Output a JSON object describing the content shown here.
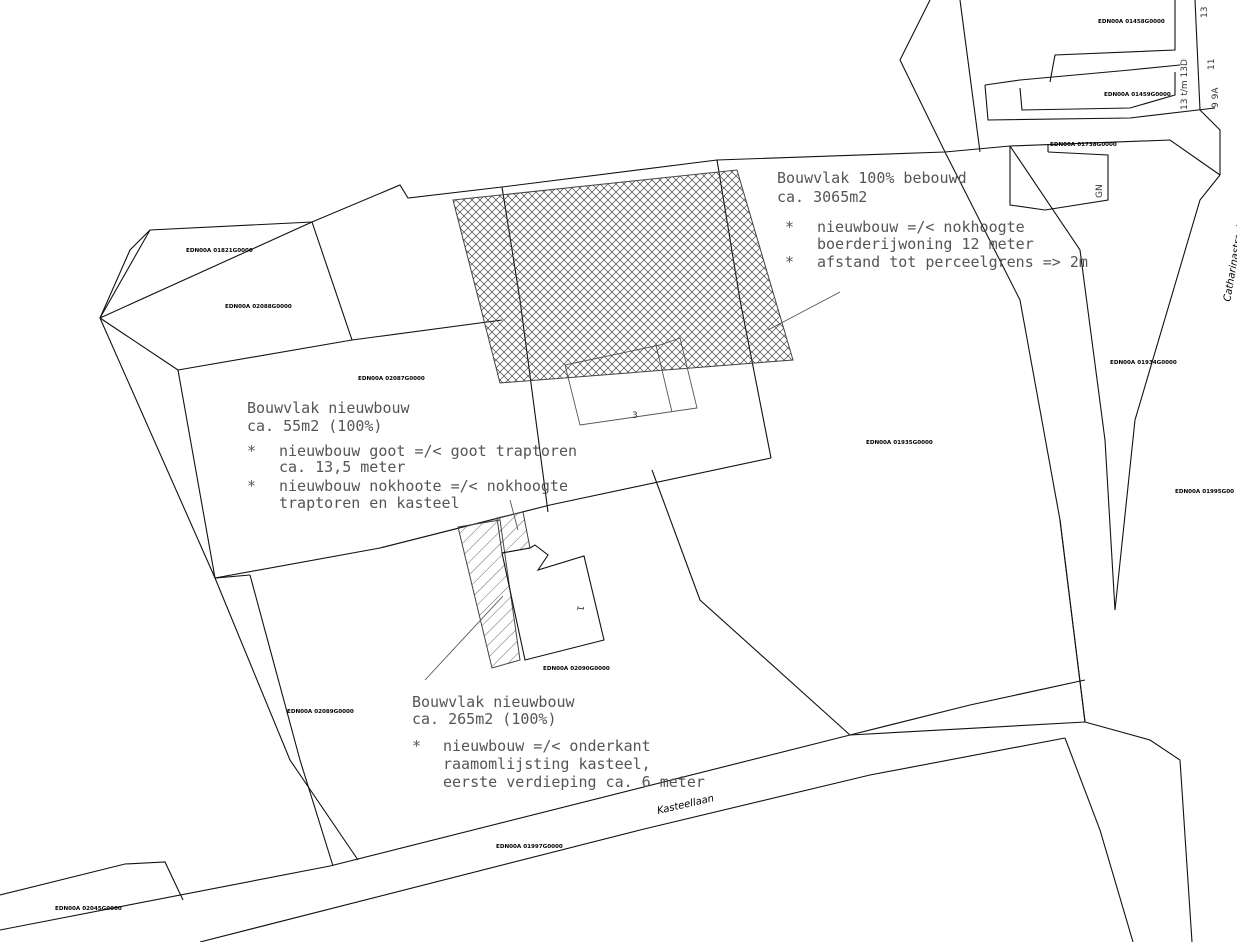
{
  "parcels": [
    "EDN00A 01458G0000",
    "EDN00A 01459G0000",
    "EDN00A 01738G0000",
    "EDN00A 01821G0000",
    "EDN00A 02088G0000",
    "EDN00A 02087G0000",
    "EDN00A 01934G0000",
    "EDN00A 01935G0000",
    "EDN00A 01995G00",
    "EDN00A 02090G0000",
    "EDN00A 02089G0000",
    "EDN00A 01997G0000",
    "EDN00A 02045G0000"
  ],
  "house_numbers": [
    "13",
    "13 t/m 13D",
    "11",
    "9 9A",
    "GN",
    "3",
    "1"
  ],
  "streets": [
    "Kasteellaan",
    "Catharinastraat"
  ],
  "annotations": {
    "farm": {
      "title": "Bouwvlak 100% bebouwd",
      "area": "ca. 3065m2",
      "bullet1_line1": "nieuwbouw =/< nokhoogte",
      "bullet1_line2": "boerderijwoning 12 meter",
      "bullet2": "afstand tot perceelgrens => 2m"
    },
    "tower": {
      "title": "Bouwvlak nieuwbouw",
      "area": "ca. 55m2 (100%)",
      "bullet1_line1": "nieuwbouw goot =/< goot traptoren",
      "bullet1_line2": "ca. 13,5 meter",
      "bullet2_line1": "nieuwbouw nokhoote =/< nokhoogte",
      "bullet2_line2": "traptoren en kasteel"
    },
    "castle": {
      "title": "Bouwvlak nieuwbouw",
      "area": "ca. 265m2 (100%)",
      "bullet1_line1": "nieuwbouw =/< onderkant",
      "bullet1_line2": "raamomlijsting kasteel,",
      "bullet1_line3": "eerste verdieping ca. 6 meter"
    }
  },
  "bullet_symbol": "*",
  "colors": {
    "line": "#111111",
    "hatch": "#555555",
    "text": "#555555"
  }
}
